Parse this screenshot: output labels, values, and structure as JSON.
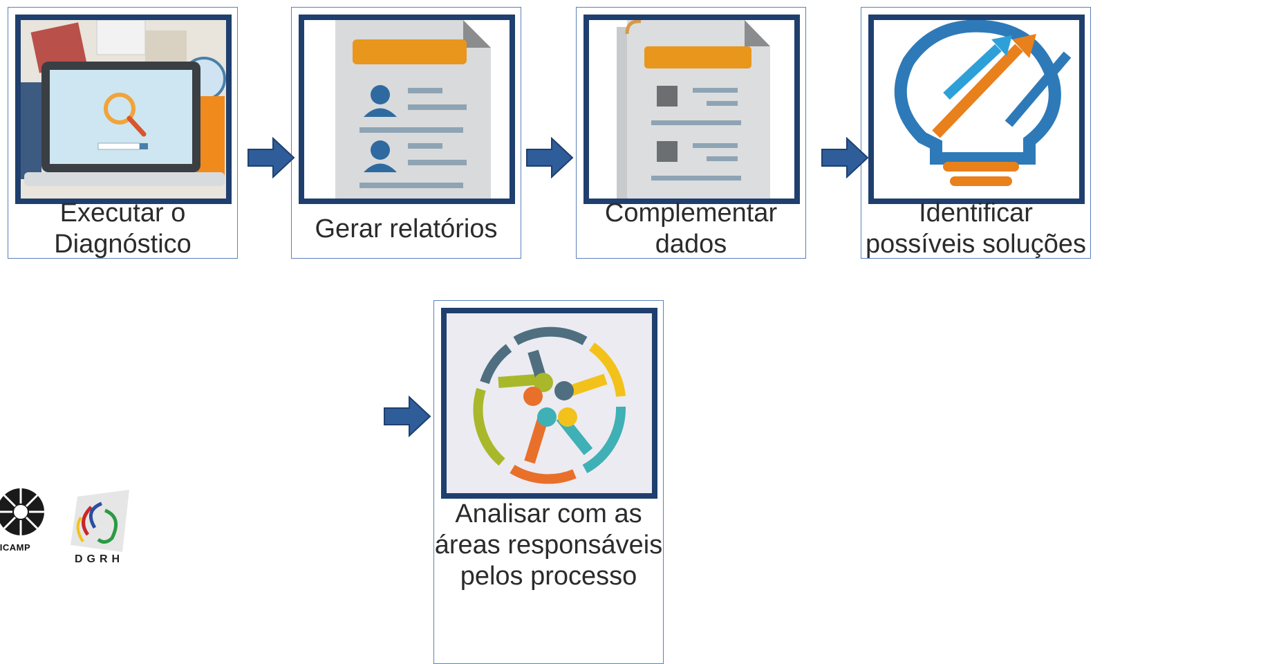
{
  "steps": [
    {
      "id": "executar",
      "lines": [
        "Executar o",
        "Diagnóstico"
      ]
    },
    {
      "id": "gerar",
      "lines": [
        "Gerar relatórios"
      ]
    },
    {
      "id": "complementar",
      "lines": [
        "Complementar",
        "dados"
      ]
    },
    {
      "id": "identificar",
      "lines": [
        "Identificar",
        "possíveis soluções"
      ]
    },
    {
      "id": "analisar",
      "lines": [
        "Analisar com as",
        "áreas responsáveis",
        "pelos processo"
      ]
    }
  ],
  "logos": {
    "unicamp": "UNICAMP",
    "dgrh": "DGRH"
  },
  "colors": {
    "frame": "#1f3f6e",
    "card_border": "#5b7fb8",
    "arrow": "#2e5d9a",
    "orange": "#e8961c"
  }
}
